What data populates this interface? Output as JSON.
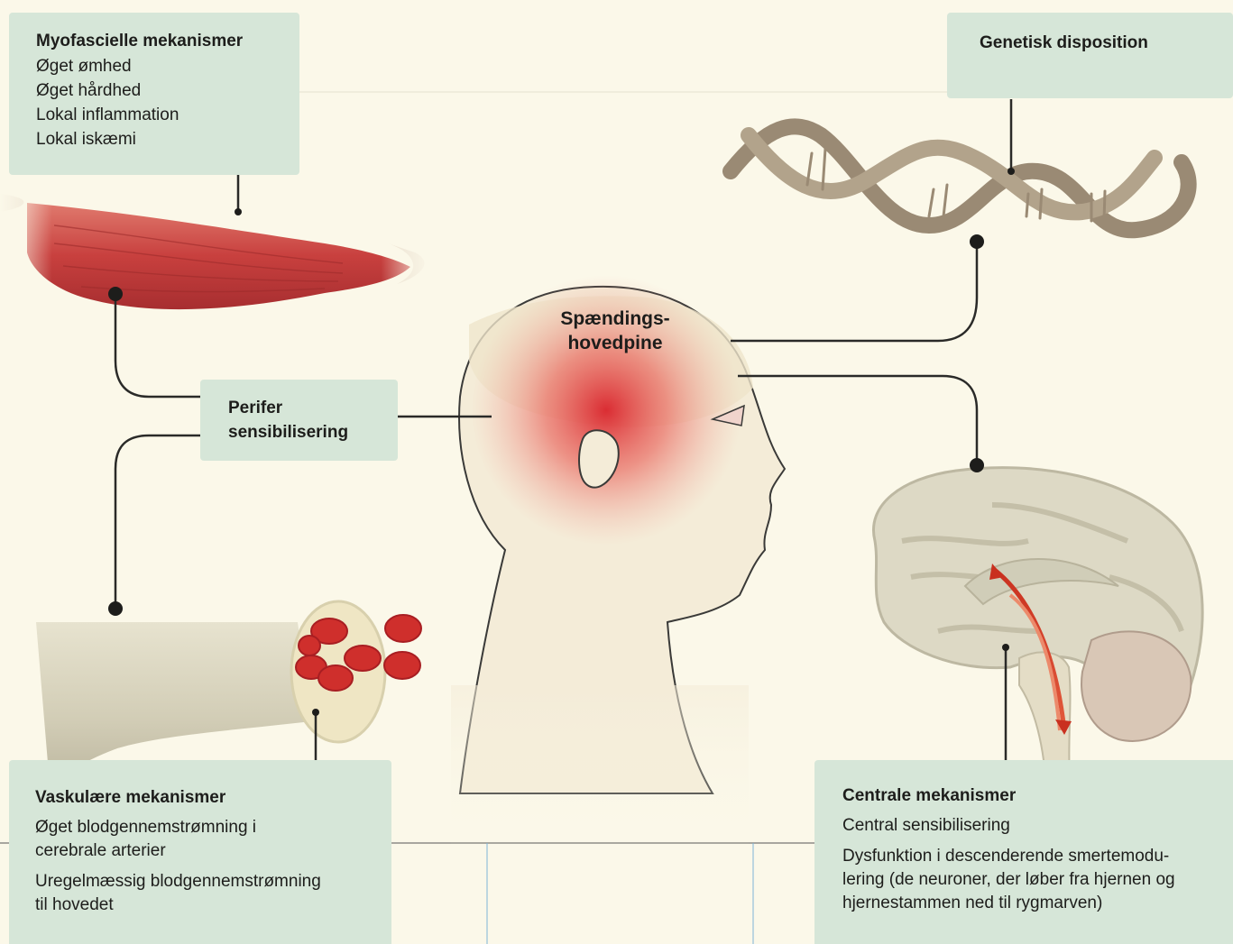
{
  "title": {
    "line1": "Spændings-",
    "line2": "hovedpine"
  },
  "myofascial": {
    "heading": "Myofascielle mekanismer",
    "items": [
      "Øget ømhed",
      "Øget hårdhed",
      "Lokal inflammation",
      "Lokal iskæmi"
    ]
  },
  "genetic": {
    "heading": "Genetisk disposition"
  },
  "peripheral": {
    "line1": "Perifer",
    "line2": "sensibilisering"
  },
  "vascular": {
    "heading": "Vaskulære mekanismer",
    "items": [
      "Øget blodgennemstrømning i cerebrale arterier",
      "Uregelmæssig blodgennemstrømning til hovedet"
    ],
    "lines": [
      "Øget blodgennemstrømning i",
      "cerebrale arterier",
      "Uregelmæssig blodgennemstrømning",
      "til hovedet"
    ]
  },
  "central": {
    "heading": "Centrale mekanismer",
    "items": [
      "Central sensibilisering",
      "Dysfunktion i descenderende smertemodulering (de neuroner, der løber fra hjernen og hjernestammen ned til rygmarven)"
    ],
    "lines": [
      "Central sensibilisering",
      "Dysfunktion i descenderende smertemodu-",
      "lering (de neuroner, der løber fra hjernen og",
      "hjernestammen ned til rygmarven)"
    ]
  },
  "colors": {
    "background": "#fbf8e9",
    "box": "#d6e6d8",
    "pain_red": "#d9232b",
    "muscle": "#c8403e",
    "dna": "#9a8a74"
  }
}
